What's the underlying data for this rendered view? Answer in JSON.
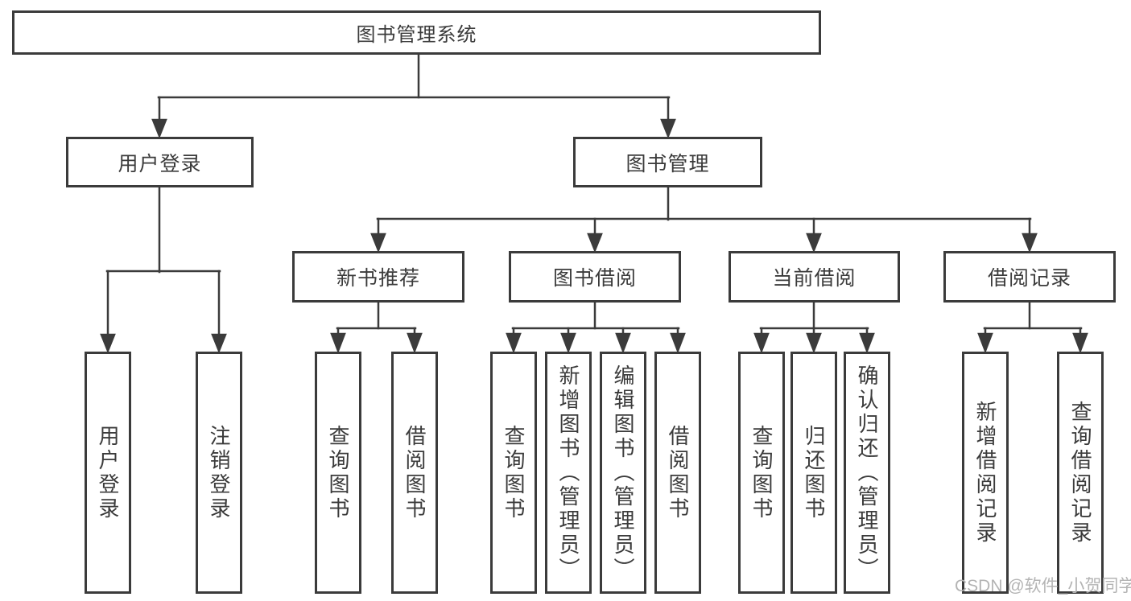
{
  "root": {
    "label": "图书管理系统"
  },
  "user_login": {
    "label": "用户登录",
    "children": [
      {
        "label": "用户登录"
      },
      {
        "label": "注销登录"
      }
    ]
  },
  "book_mgmt": {
    "label": "图书管理",
    "sections": [
      {
        "label": "新书推荐",
        "children": [
          {
            "label": "查询图书"
          },
          {
            "label": "借阅图书"
          }
        ]
      },
      {
        "label": "图书借阅",
        "children": [
          {
            "label": "查询图书"
          },
          {
            "label": "新增图书（管理员）"
          },
          {
            "label": "编辑图书（管理员）"
          },
          {
            "label": "借阅图书"
          }
        ]
      },
      {
        "label": "当前借阅",
        "children": [
          {
            "label": "查询图书"
          },
          {
            "label": "归还图书"
          },
          {
            "label": "确认归还（管理员）"
          }
        ]
      },
      {
        "label": "借阅记录",
        "children": [
          {
            "label": "新增借阅记录"
          },
          {
            "label": "查询借阅记录"
          }
        ]
      }
    ]
  },
  "watermark": {
    "text": "CSDN @软件_小贺同学"
  },
  "colors": {
    "line": "#3b3b3b",
    "text": "#3b3b3b",
    "watermark": "#b4b4b4",
    "background": "#ffffff"
  }
}
